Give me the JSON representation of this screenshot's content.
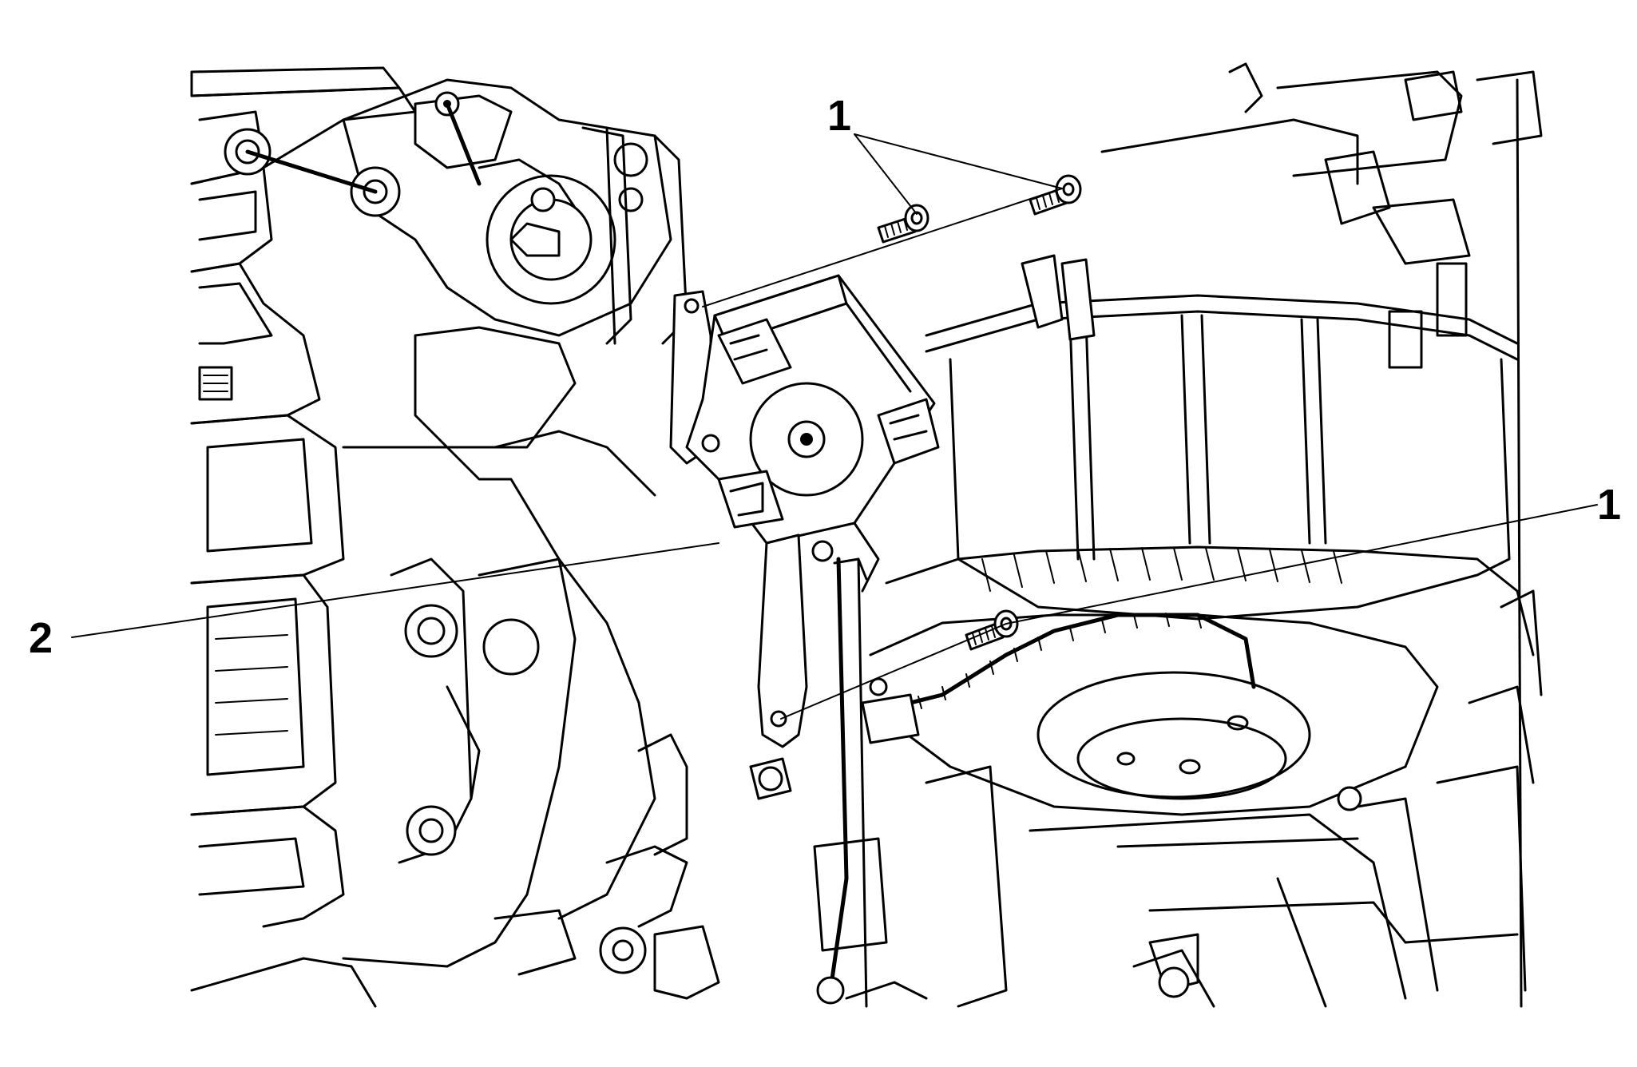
{
  "callouts": [
    {
      "id": "c1a",
      "label": "1"
    },
    {
      "id": "c1b",
      "label": "1"
    },
    {
      "id": "c2",
      "label": "2"
    }
  ]
}
